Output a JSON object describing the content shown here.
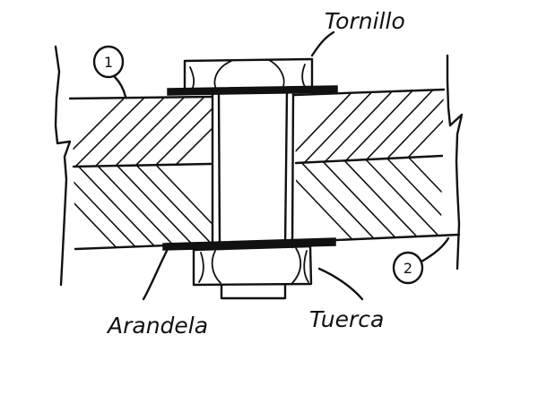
{
  "labels": {
    "screw": "Tornillo",
    "washer": "Arandela",
    "nut": "Tuerca",
    "part1": "1",
    "part2": "2"
  }
}
